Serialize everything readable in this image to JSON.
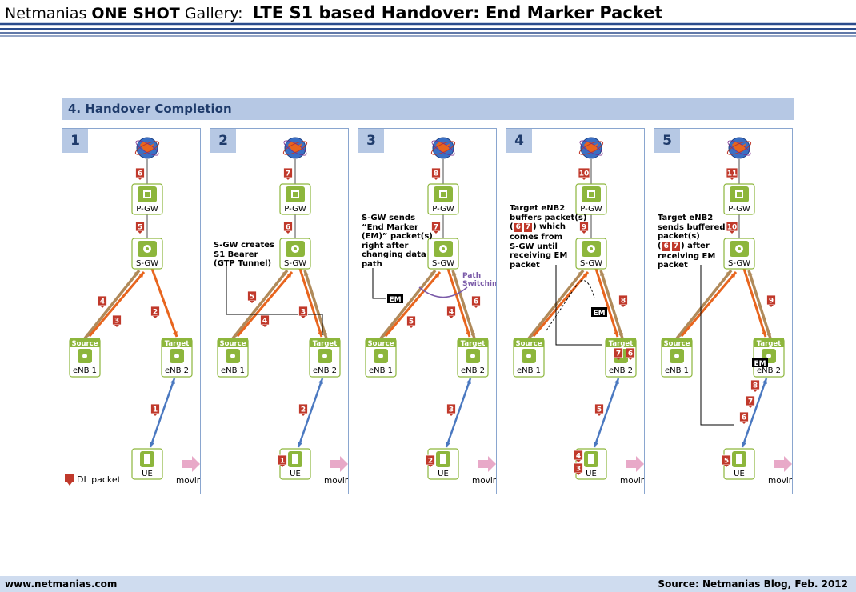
{
  "header": {
    "brand": "Netmanias",
    "product": "ONE SHOT",
    "gallery": "Gallery:",
    "title": "LTE S1 based Handover: End Marker Packet"
  },
  "section_title": "4. Handover Completion",
  "labels": {
    "pgw": "P-GW",
    "sgw": "S-GW",
    "source": "Source",
    "target": "Target",
    "enb1": "eNB 1",
    "enb2": "eNB 2",
    "ue": "UE",
    "moving": "moving",
    "em": "EM",
    "path_switching_1": "Path",
    "path_switching_2": "Switching",
    "legend": "DL packet"
  },
  "panels": [
    {
      "num": "1",
      "pgw_in": "6",
      "sgw_in": "5",
      "up_left_top": "4",
      "up_left_bot": "3",
      "right": "2",
      "radio": "1",
      "ue": ""
    },
    {
      "num": "2",
      "pgw_in": "7",
      "sgw_in": "6",
      "up_left_top": "5",
      "up_left_bot": "4",
      "right": "3",
      "radio": "2",
      "ue": "1"
    },
    {
      "num": "3",
      "pgw_in": "8",
      "sgw_in": "7",
      "up_left_top": "",
      "up_left_bot": "5",
      "right": "4",
      "right2": "6",
      "radio": "3",
      "ue": "2"
    },
    {
      "num": "4",
      "pgw_in": "10",
      "sgw_in": "9",
      "right": "8",
      "enb2_buf": [
        "7",
        "6"
      ],
      "radio": "5",
      "ue": [
        "4",
        "3"
      ]
    },
    {
      "num": "5",
      "pgw_in": "11",
      "sgw_in": "10",
      "right": "9",
      "radio_stack": [
        "8",
        "7",
        "6"
      ],
      "ue": "5"
    }
  ],
  "notes": {
    "p2": [
      "S-GW creates",
      "S1 Bearer",
      "(GTP Tunnel)"
    ],
    "p3": [
      "S-GW sends",
      "“End Marker",
      "(EM)” packet(s)",
      "right after",
      "changing data",
      "path"
    ],
    "p4_1": "Target eNB2",
    "p4_2": "buffers packet(s)",
    "p4_b1": "6",
    "p4_b2": "7",
    "p4_3": ") which",
    "p4_4": "comes from",
    "p4_5": "S-GW until",
    "p4_6": "receiving EM",
    "p4_7": "packet",
    "p5_1": "Target eNB2",
    "p5_2": "sends buffered",
    "p5_3": "packet(s)",
    "p5_b1": "6",
    "p5_b2": "7",
    "p5_4": ") after",
    "p5_5": "receiving EM",
    "p5_6": "packet"
  },
  "footer": {
    "left": "www.netmanias.com",
    "right": "Source: Netmanias Blog, Feb. 2012"
  },
  "colors": {
    "section_bar": "#b6c8e4",
    "node_green": "#8db63c",
    "orange": "#e8651e",
    "brown": "#b08a5a",
    "blue": "#4a78c0",
    "packet_red": "#c0392b"
  }
}
